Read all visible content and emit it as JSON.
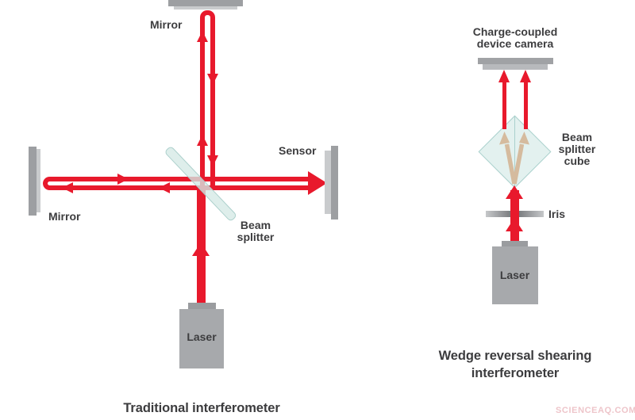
{
  "colors": {
    "beam_red": "#e8192c",
    "tan_internal_beam": "#d5bb9e",
    "glass_fill": "#ddeeec",
    "glass_edge": "#abd1cd",
    "metal_gray": "#a7a9ac",
    "metal_dark": "#9a9c9f",
    "metal_light": "#c9cbcd",
    "text": "#3d3d3f",
    "watermark_pink": "#eec5ca"
  },
  "left_diagram": {
    "title": "Traditional interferometer",
    "top_mirror_label": "Mirror",
    "left_mirror_label": "Mirror",
    "sensor_label": "Sensor",
    "beam_splitter_label_line1": "Beam",
    "beam_splitter_label_line2": "splitter",
    "laser_label": "Laser"
  },
  "right_diagram": {
    "title_line1": "Wedge reversal shearing",
    "title_line2": "interferometer",
    "camera_label_line1": "Charge-coupled",
    "camera_label_line2": "device camera",
    "cube_label_line1": "Beam",
    "cube_label_line2": "splitter",
    "cube_label_line3": "cube",
    "iris_label": "Iris",
    "laser_label": "Laser"
  },
  "watermark": "SCIENCEAQ.COM"
}
